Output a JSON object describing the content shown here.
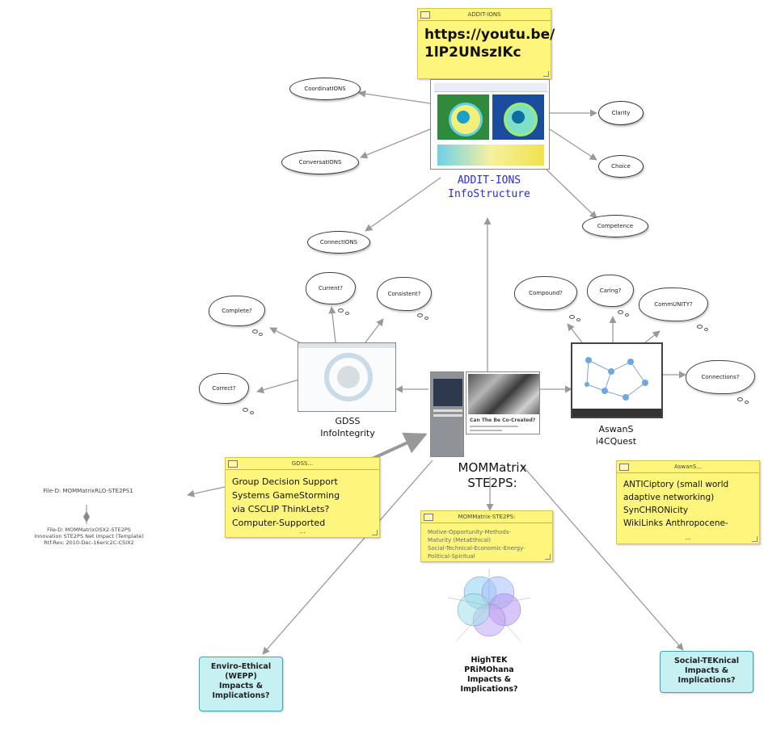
{
  "addit_note": {
    "title": "ADDIT-IONS",
    "url_line1": "https://youtu.be/",
    "url_line2": "1lP2UNszIKc"
  },
  "addit_label": {
    "line1": "ADDIT-IONS",
    "line2": "InfoStructure"
  },
  "addit_ovals": [
    "CoordinatIONS",
    "ConversatIONS",
    "ConnectIONS",
    "Clarity",
    "Choice",
    "Competence"
  ],
  "gdss": {
    "clouds": [
      "Complete?",
      "Current?",
      "Consistent?",
      "Correct?"
    ],
    "label_line1": "GDSS",
    "label_line2": "InfoIntegrity"
  },
  "aswan": {
    "clouds": [
      "Compound?",
      "Caring?",
      "CommUNITY?",
      "Connections?"
    ],
    "label_line1": "AswanS",
    "label_line2": "i4CQuest"
  },
  "center": {
    "label_line1": "MOMMatrix",
    "label_line2": "STE2PS:",
    "thumb_caption": "Can The Be Co-Created?"
  },
  "gdss_note": {
    "title": "GDSS...",
    "lines": [
      "Group Decision Support",
      "Systems GameStorming",
      "via CSCLIP ThinkLets?",
      "Computer-Supported"
    ],
    "more": "..."
  },
  "aswan_note": {
    "title": "AswanS...",
    "lines": [
      "ANTICiptory (small world",
      "adaptive networking)",
      "SynCHRONicity",
      "WikiLinks Anthropocene-"
    ],
    "more": "..."
  },
  "mom_note": {
    "title": "MOMMatrix-STE2PS:",
    "lines": [
      "Motive-Opportunity-Methods-",
      "Maturity (MetaEthical)",
      "Social-Technical-Economic-Energy-",
      "Political-Spiritual"
    ]
  },
  "file_refs": {
    "top": "File-D: MOMMatrixRLO-STE2PS1",
    "bottom_lines": [
      "File-D: MOMMatrixOSX2-STE2PS",
      "Innovation STE2PS Net impact (Template)",
      "Rtf-Rev: 2010-Dec-16eric2C-CSIX2"
    ]
  },
  "impact_boxes": {
    "enviro": [
      "Enviro-Ethical",
      "(WEPP)",
      "Impacts &",
      "Implications?"
    ],
    "social": [
      "Social-TEKnical",
      "Impacts &",
      "Implications?"
    ]
  },
  "hightek": {
    "lines": [
      "HighTEK",
      "PRiMOhana",
      "Impacts &",
      "Implications?"
    ],
    "flower_colors": [
      "#8fd0f0",
      "#a7c0ff",
      "#b797f0",
      "#c2a6f5",
      "#9fe0e6"
    ]
  },
  "colors": {
    "note_yellow": "#fdf57c",
    "teal_box": "#c7f0f2",
    "link_blue": "#2b2bd6",
    "arrow_gray": "#999999"
  }
}
